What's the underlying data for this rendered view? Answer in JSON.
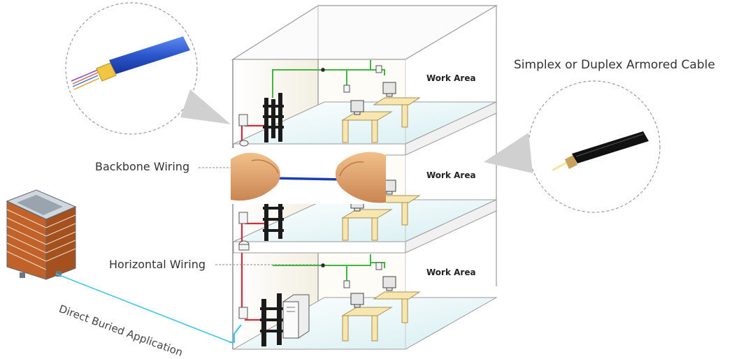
{
  "labels": {
    "backbone": "Backbone Wiring",
    "horizontal": "Horizontal Wiring",
    "armored_cable": "Simplex or Duplex Armored Cable",
    "direct_buried": "Direct Buried Application",
    "work_area_1": "Work Area",
    "work_area_2": "Work Area",
    "work_area_3": "Work Area"
  },
  "colors": {
    "backbone_cable": "#d8283c",
    "horizontal_cable": "#3db83d",
    "direct_buried_line": "#3fc6e6",
    "blue_fiber_jacket": "#2050c8",
    "black_armored_jacket": "#111111",
    "desk": "#f7e6b0",
    "floor_tint": "#dff2f4",
    "building_facade": "#c0622a"
  },
  "icons": [
    "blue-fiber-cable-icon",
    "black-armored-cable-icon",
    "hands-holding-cable-icon",
    "building-icon",
    "rack-icon",
    "computer-icon",
    "server-icon"
  ]
}
